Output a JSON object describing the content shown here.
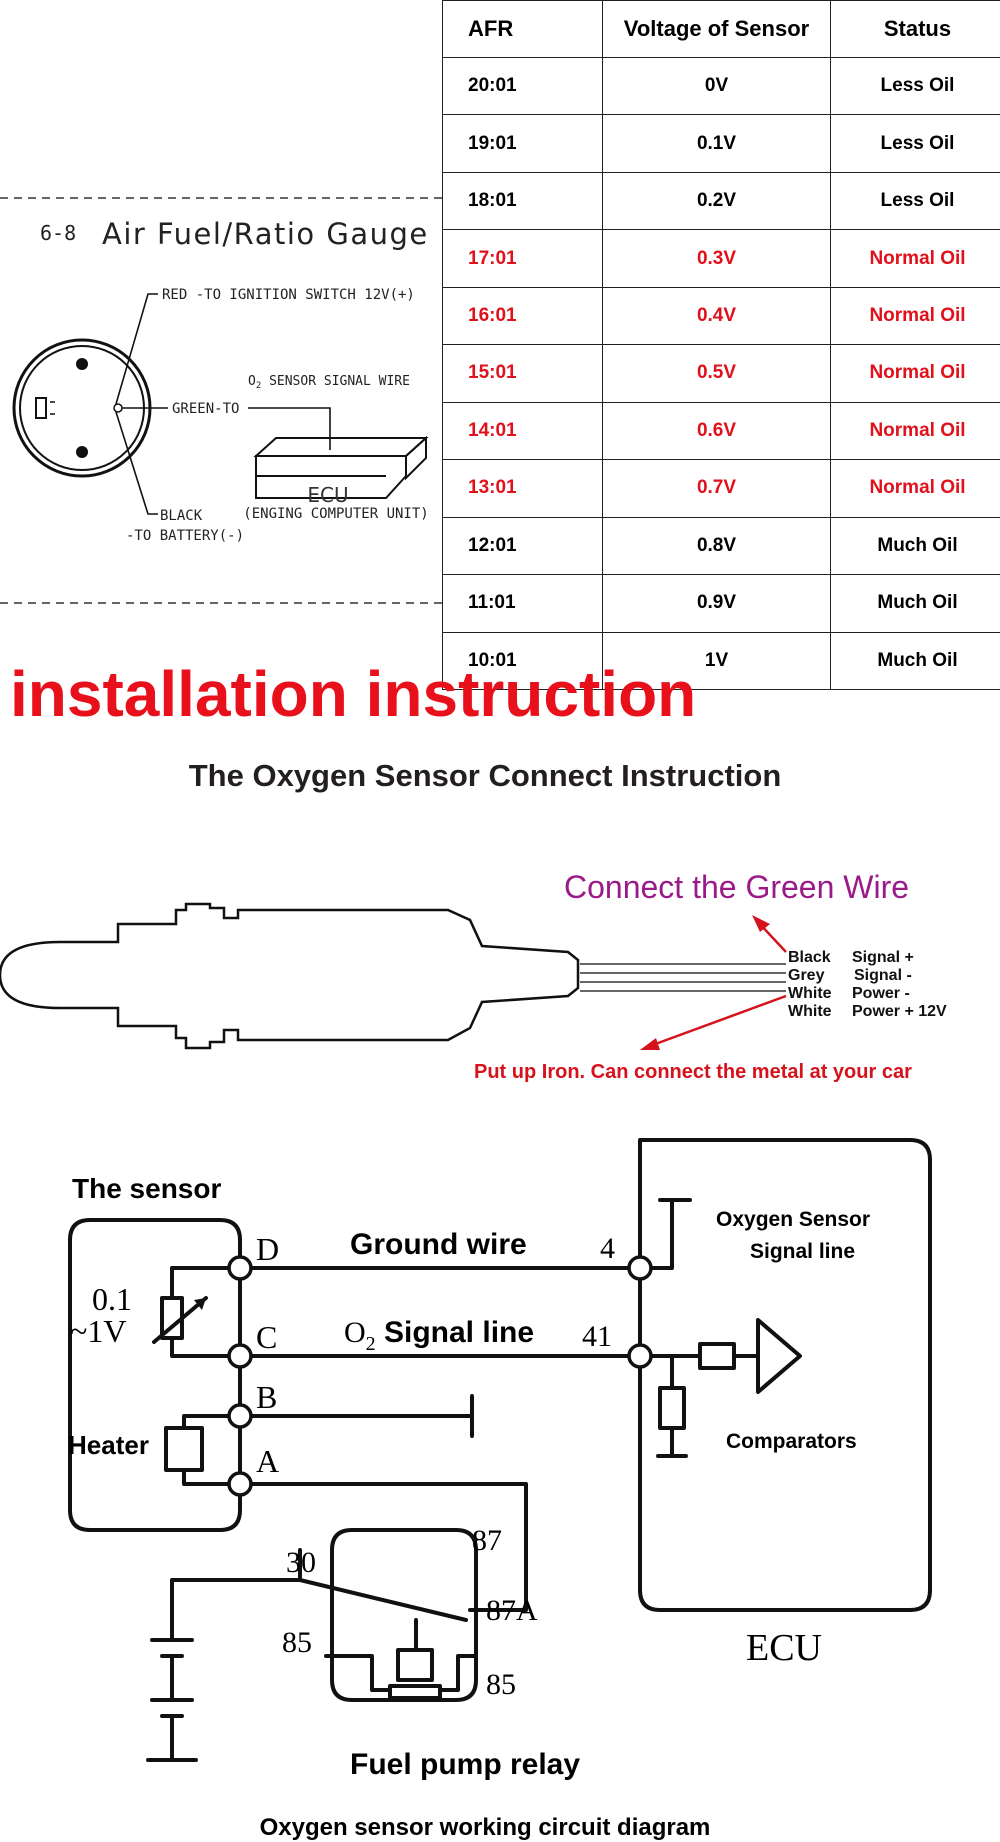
{
  "gauge": {
    "section_number": "6-8",
    "title": "Air Fuel/Ratio Gauge",
    "red_wire": "RED -TO IGNITION SWITCH 12V(+)",
    "green_wire": "GREEN-TO",
    "o2_label": "O",
    "o2_sub": "2",
    "o2_rest": " SENSOR SIGNAL WIRE",
    "ecu_label": "ECU",
    "ecu_full": "(ENGING COMPUTER UNIT)",
    "black_wire_1": "BLACK",
    "black_wire_2": "-TO BATTERY(-)"
  },
  "afr_table": {
    "headers": [
      "AFR",
      "Voltage of Sensor",
      "Status"
    ],
    "rows": [
      {
        "afr": "20:01",
        "voltage": "0V",
        "status": "Less Oil"
      },
      {
        "afr": "19:01",
        "voltage": "0.1V",
        "status": "Less Oil"
      },
      {
        "afr": "18:01",
        "voltage": "0.2V",
        "status": "Less Oil"
      },
      {
        "afr": "17:01",
        "voltage": "0.3V",
        "status": "Normal Oil"
      },
      {
        "afr": "16:01",
        "voltage": "0.4V",
        "status": "Normal Oil"
      },
      {
        "afr": "15:01",
        "voltage": "0.5V",
        "status": "Normal Oil"
      },
      {
        "afr": "14:01",
        "voltage": "0.6V",
        "status": "Normal Oil"
      },
      {
        "afr": "13:01",
        "voltage": "0.7V",
        "status": "Normal Oil"
      },
      {
        "afr": "12:01",
        "voltage": "0.8V",
        "status": "Much Oil"
      },
      {
        "afr": "11:01",
        "voltage": "0.9V",
        "status": "Much Oil"
      },
      {
        "afr": "10:01",
        "voltage": "1V",
        "status": "Much Oil"
      }
    ],
    "normal_color": "#e0111b"
  },
  "install_title": "installation instruction",
  "connect_title": "The Oxygen Sensor Connect Instruction",
  "sensor": {
    "green_callout": "Connect the Green Wire",
    "wires": [
      {
        "color": "Black",
        "function": "Signal +"
      },
      {
        "color": "Grey",
        "function": "Signal -"
      },
      {
        "color": "White",
        "function": "Power -"
      },
      {
        "color": "White",
        "function": "Power + 12V"
      }
    ],
    "iron_callout": "Put up Iron. Can connect the metal at your car",
    "callout_colors": {
      "green_text": "#9b1a8a",
      "arrow": "#d6121c"
    }
  },
  "circuit": {
    "sensor_label": "The sensor",
    "voltage_1": "0.1",
    "voltage_2": "~1V",
    "heater_label": "Heater",
    "pin_d": "D",
    "pin_c": "C",
    "pin_b": "B",
    "pin_a": "A",
    "ground_wire": "Ground wire",
    "o2": "O",
    "o2_sub": "2",
    "signal_line": " Signal line",
    "ecu_pin_4": "4",
    "ecu_pin_41": "41",
    "ecu_sensor_label_1": "Oxygen Sensor",
    "ecu_sensor_label_2": "Signal line",
    "comparators": "Comparators",
    "ecu": "ECU",
    "relay_30": "30",
    "relay_87": "87",
    "relay_87a": "87A",
    "relay_85_left": "85",
    "relay_85_right": "85",
    "relay_label": "Fuel pump relay",
    "caption": "Oxygen sensor working circuit diagram"
  }
}
